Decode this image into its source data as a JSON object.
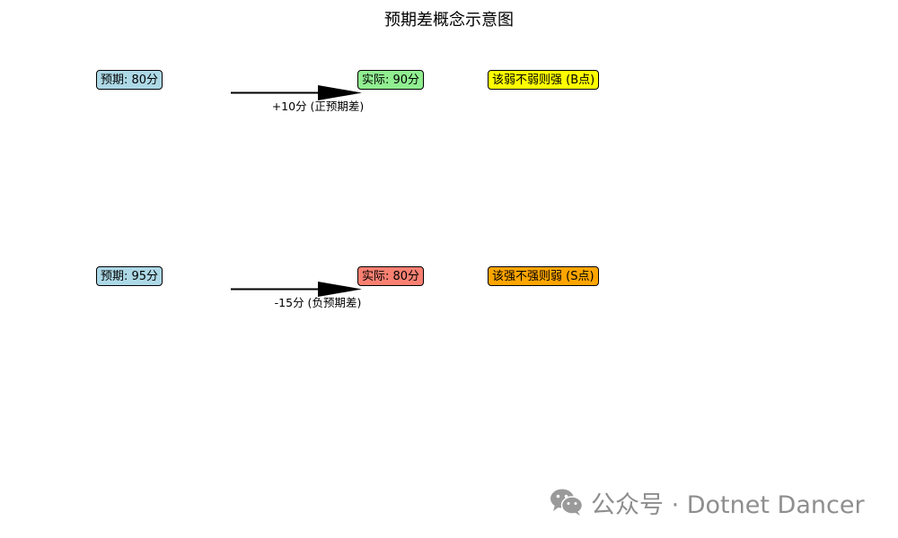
{
  "title": "预期差概念示意图",
  "rows": [
    {
      "expected_label": "预期: 80分",
      "actual_label": "实际: 90分",
      "difference_label": "+10分 (正预期差)",
      "outcome_label": "该弱不弱则强 (B点)",
      "colors": {
        "expected": "#add8e6",
        "actual": "#90ee90",
        "outcome": "#ffff00"
      }
    },
    {
      "expected_label": "预期: 95分",
      "actual_label": "实际: 80分",
      "difference_label": "-15分 (负预期差)",
      "outcome_label": "该强不强则弱 (S点)",
      "colors": {
        "expected": "#add8e6",
        "actual": "#fa8072",
        "outcome": "#ffa500"
      }
    }
  ],
  "watermark": {
    "icon": "wechat-icon",
    "text": "公众号 · Dotnet Dancer"
  }
}
